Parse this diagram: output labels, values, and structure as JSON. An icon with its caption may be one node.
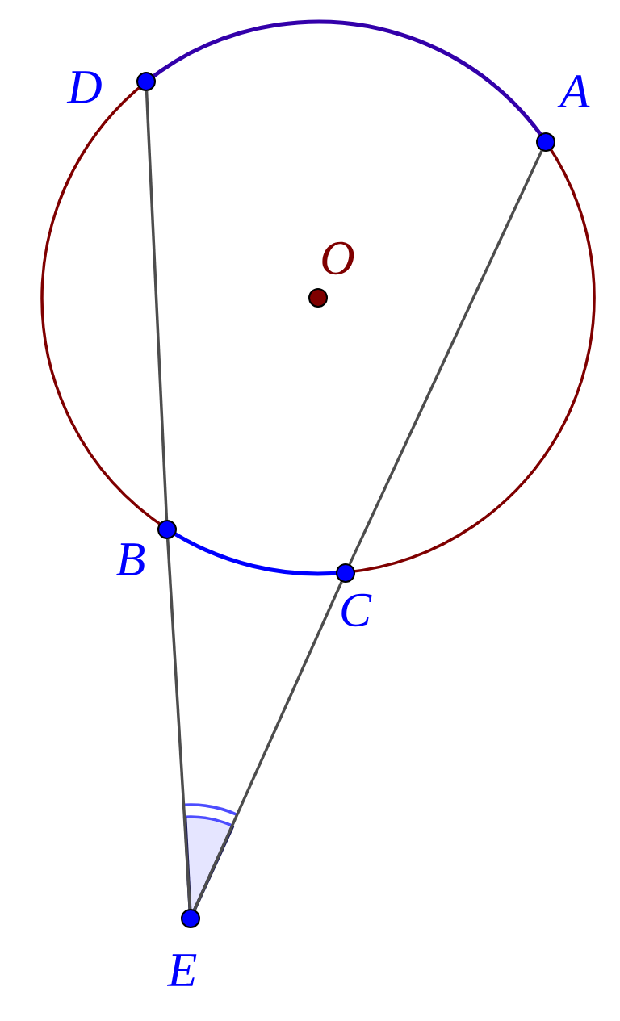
{
  "diagram": {
    "nodes": [
      {
        "text": [
          "D"
        ]
      },
      {
        "text": [
          "A"
        ]
      },
      {
        "text": [
          "O"
        ]
      },
      {
        "text": [
          "B"
        ]
      },
      {
        "text": [
          "C"
        ]
      },
      {
        "text": [
          "E"
        ]
      }
    ],
    "edges": [
      {
        "from": 0,
        "to": 3,
        "arrow": "none"
      },
      {
        "from": 3,
        "to": 5,
        "arrow": "none"
      },
      {
        "from": 1,
        "to": 4,
        "arrow": "none"
      },
      {
        "from": 4,
        "to": 5,
        "arrow": "none"
      }
    ]
  }
}
